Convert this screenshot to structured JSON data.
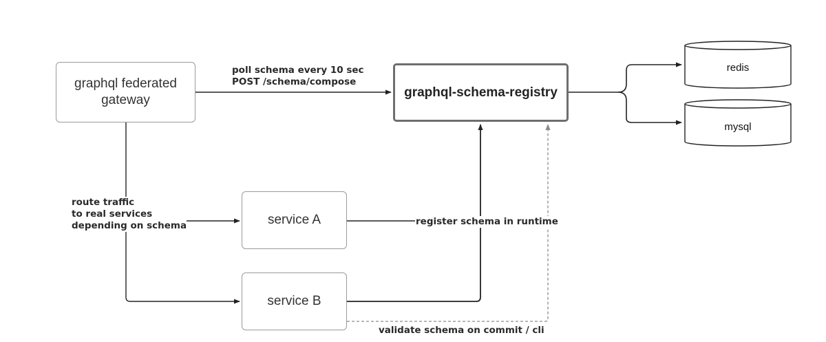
{
  "nodes": {
    "gateway": "graphql federated\ngateway",
    "registry": "graphql-schema-registry",
    "service_a": "service A",
    "service_b": "service B",
    "redis": "redis",
    "mysql": "mysql"
  },
  "edges": {
    "poll": "poll schema every 10 sec\nPOST /schema/compose",
    "route": "route traffic\nto real services\ndepending on schema",
    "register": "register schema in runtime",
    "validate": "validate schema on commit / cli"
  },
  "colors": {
    "line": "#222222",
    "box_border": "#9a9a9a",
    "registry_border": "#6e6e6e",
    "dashed": "#8a8a8a"
  }
}
